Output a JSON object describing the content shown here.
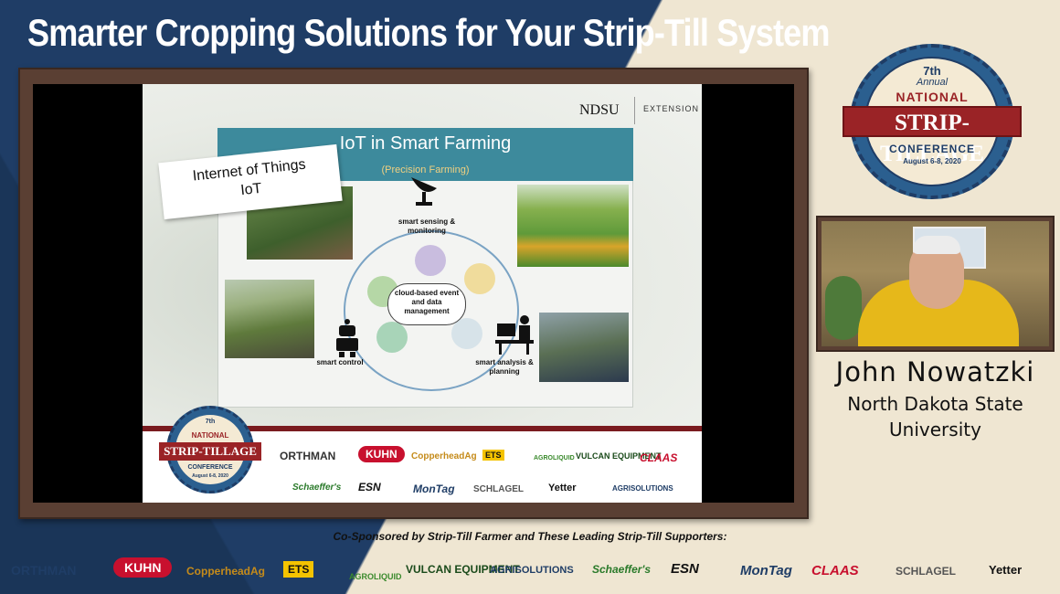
{
  "title": "Smarter Cropping Solutions for Your Strip-Till System",
  "badge": {
    "number": "7th",
    "annual": "Annual",
    "national": "NATIONAL",
    "banner": "STRIP-TILLAGE",
    "conference": "CONFERENCE",
    "dates": "August 6-8, 2020"
  },
  "slide": {
    "org": "NDSU",
    "org_unit": "EXTENSION",
    "heading": "IoT in Smart Farming",
    "subheading": "(Precision Farming)",
    "note_line1": "Internet of Things",
    "note_line2": "IoT",
    "labels": {
      "sensing": "smart sensing & monitoring",
      "cloud": "cloud-based event and data management",
      "control": "smart control",
      "analysis": "smart analysis & planning"
    }
  },
  "slide_sponsors": [
    "ORTHMAN",
    "KUHN",
    "CopperheadAg",
    "ETS",
    "AGROLIQUID",
    "VULCAN EQUIPMENT",
    "CLAAS",
    "Schaeffer's",
    "ESN",
    "MonTag",
    "SCHLAGEL",
    "Yetter",
    "AGRISOLUTIONS"
  ],
  "speaker": {
    "name": "John Nowatzki",
    "org": "North Dakota State University"
  },
  "cosponsor_text": "Co-Sponsored by Strip-Till Farmer and These Leading Strip-Till Supporters:",
  "bottom_sponsors": [
    "ORTHMAN",
    "KUHN",
    "CopperheadAg",
    "ETS",
    "AGROLIQUID",
    "VULCAN EQUIPMENT",
    "AGRISOLUTIONS",
    "Schaeffer's",
    "ESN",
    "MonTag",
    "CLAAS",
    "SCHLAGEL",
    "Yetter"
  ],
  "colors": {
    "navy": "#1f3d66",
    "cream": "#efe6d2",
    "maroon": "#9a2326",
    "teal": "#3d8a9c"
  }
}
